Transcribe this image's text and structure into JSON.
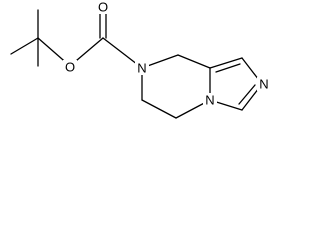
{
  "molecule": {
    "atoms": {
      "carbonyl_oxygen": "O",
      "ester_oxygen": "O",
      "piperazine_nitrogen": "N",
      "bridgehead_nitrogen": "N",
      "imidazole_nitrogen": "N"
    }
  }
}
